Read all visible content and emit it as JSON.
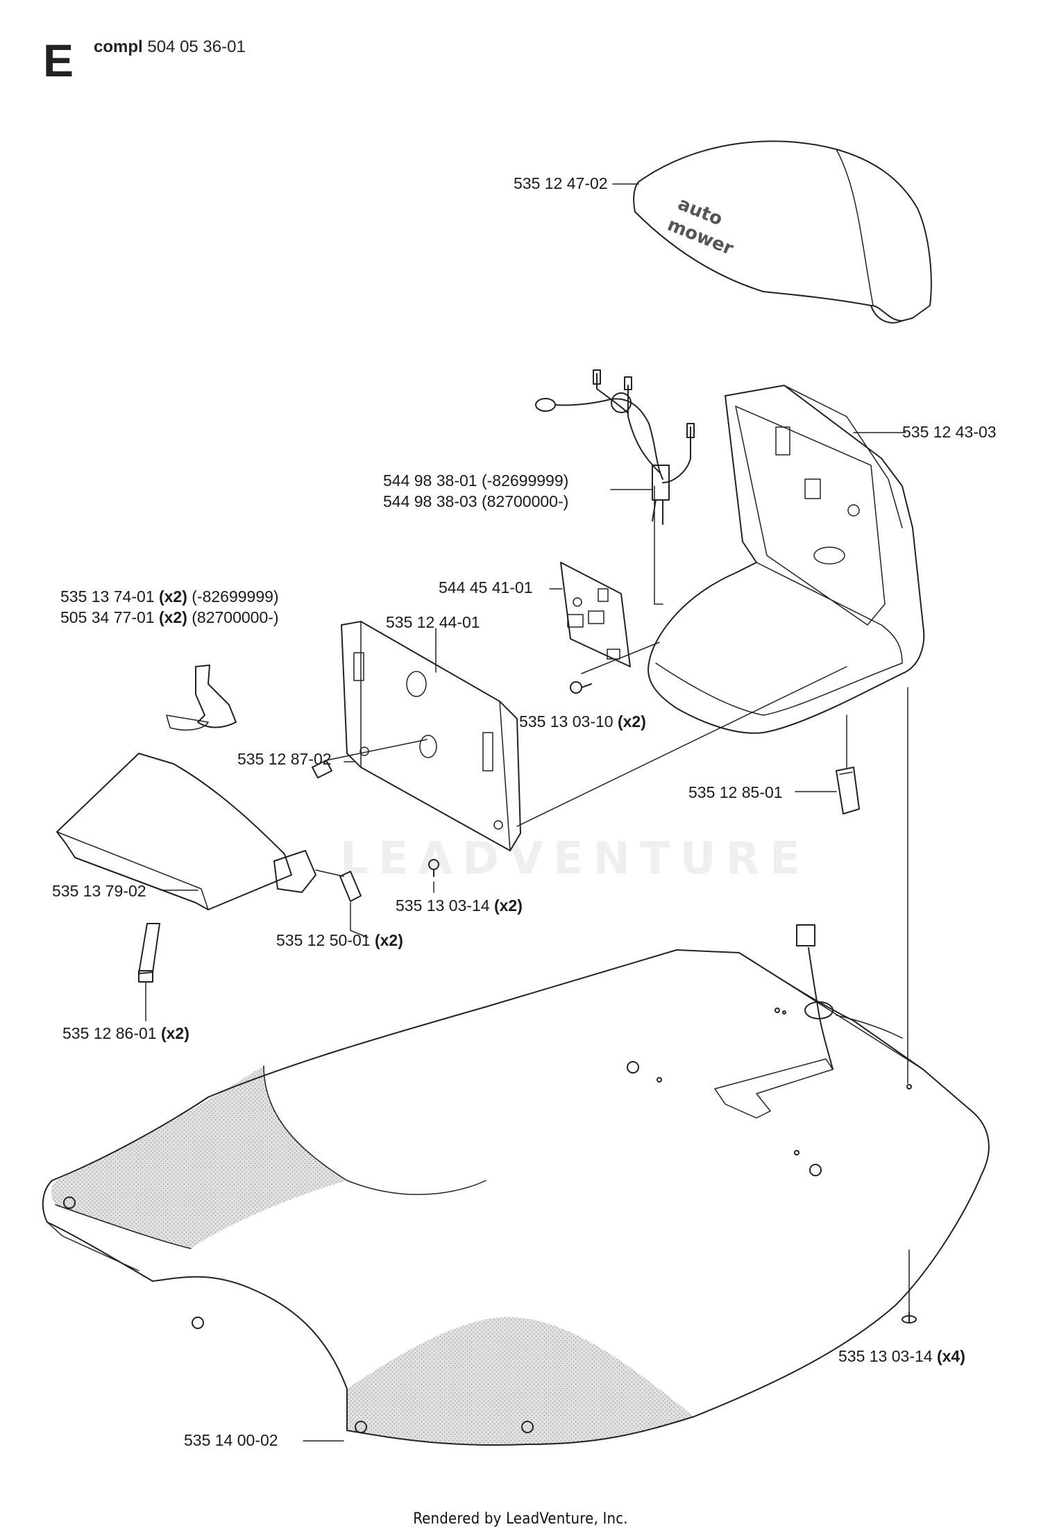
{
  "header": {
    "section_letter": "E",
    "compl_label": "compl",
    "compl_number": "504 05 36-01"
  },
  "watermark": {
    "text": "LEADVENTURE"
  },
  "cover_branding": {
    "line1": "auto",
    "line2": "mower"
  },
  "parts": [
    {
      "id": "p1",
      "number": "535 12 47-02",
      "qty": "",
      "note": ""
    },
    {
      "id": "p2",
      "number": "535 12 43-03",
      "qty": "",
      "note": ""
    },
    {
      "id": "p3a",
      "number": "544 98 38-01",
      "qty": "",
      "note": "(-82699999)"
    },
    {
      "id": "p3b",
      "number": "544 98 38-03",
      "qty": "",
      "note": "(82700000-)"
    },
    {
      "id": "p4",
      "number": "544 45 41-01",
      "qty": "",
      "note": ""
    },
    {
      "id": "p5a",
      "number": "535 13 74-01",
      "qty": "(x2)",
      "note": "(-82699999)"
    },
    {
      "id": "p5b",
      "number": "505 34 77-01",
      "qty": "(x2)",
      "note": "(82700000-)"
    },
    {
      "id": "p6",
      "number": "535 12 44-01",
      "qty": "",
      "note": ""
    },
    {
      "id": "p7",
      "number": "535 13 03-10",
      "qty": "(x2)",
      "note": ""
    },
    {
      "id": "p8",
      "number": "535 12 87-02",
      "qty": "",
      "note": ""
    },
    {
      "id": "p9",
      "number": "535 12 85-01",
      "qty": "",
      "note": ""
    },
    {
      "id": "p10",
      "number": "535 13 79-02",
      "qty": "",
      "note": ""
    },
    {
      "id": "p11",
      "number": "535 13 03-14",
      "qty": "(x2)",
      "note": ""
    },
    {
      "id": "p12",
      "number": "535 12 50-01",
      "qty": "(x2)",
      "note": ""
    },
    {
      "id": "p13",
      "number": "535 12 86-01",
      "qty": "(x2)",
      "note": ""
    },
    {
      "id": "p14",
      "number": "535 13 03-14",
      "qty": "(x4)",
      "note": ""
    },
    {
      "id": "p15",
      "number": "535 14 00-02",
      "qty": "",
      "note": ""
    }
  ],
  "footer": {
    "text": "Rendered by LeadVenture, Inc."
  }
}
